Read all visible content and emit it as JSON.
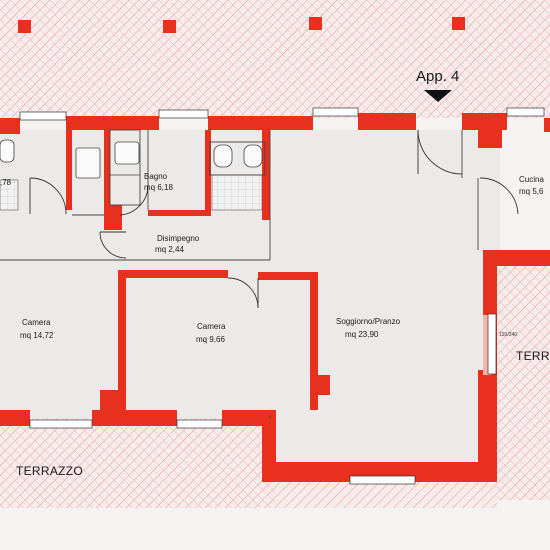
{
  "plan": {
    "apartment": {
      "label": "App. 4"
    },
    "rooms": [
      {
        "id": "bath-left",
        "name": "",
        "area": ",78"
      },
      {
        "id": "bagno",
        "name": "Bagno",
        "area": "mq 6,18"
      },
      {
        "id": "disimpegno",
        "name": "Disimpegno",
        "area": "mq 2,44"
      },
      {
        "id": "camera-1",
        "name": "Camera",
        "area": "mq 14,72"
      },
      {
        "id": "camera-2",
        "name": "Camera",
        "area": "mq 9,66"
      },
      {
        "id": "soggiorno",
        "name": "Soggiorno/Pranzo",
        "area": "mq 23,90"
      },
      {
        "id": "cucina",
        "name": "Cucina",
        "area": "mq 5,6"
      }
    ],
    "terraces": [
      {
        "id": "terrazzo-main",
        "label": "TERRAZZO"
      },
      {
        "id": "terrazzo-right",
        "label": "TERR"
      }
    ],
    "window_dims": [
      {
        "id": "wd-1",
        "text": "120/240"
      }
    ],
    "colors": {
      "wall": "#e8301f",
      "hatch": "#e9a6a6",
      "background": "#f4f3f1",
      "floor": "#ebeae8",
      "line": "#333333"
    }
  }
}
